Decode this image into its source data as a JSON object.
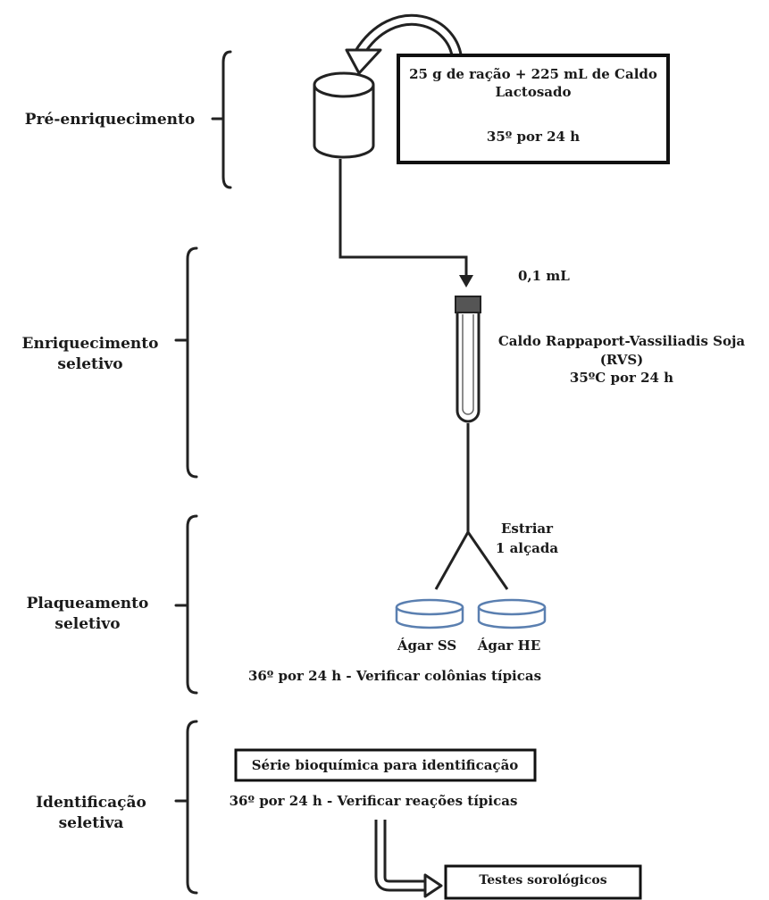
{
  "stages": {
    "pre": "Pré-enriquecimento",
    "enrich_line1": "Enriquecimento",
    "enrich_line2": "seletivo",
    "plate_line1": "Plaqueamento",
    "plate_line2": "seletivo",
    "ident_line1": "Identificação",
    "ident_line2": "seletiva"
  },
  "pre_box": {
    "line1": "25 g de ração + 225 mL de Caldo",
    "line2": "Lactosado",
    "line3": "35º por 24 h"
  },
  "transfer_volume": "0,1 mL",
  "rvs": {
    "line1": "Caldo Rappaport-Vassiliadis Soja",
    "line2": "(RVS)",
    "line3": "35ºC por 24 h"
  },
  "streak": {
    "line1": "Estriar",
    "line2": "1 alçada"
  },
  "agar_ss": "Ágar SS",
  "agar_he": "Ágar HE",
  "plating_note": "36º por 24 h - Verificar colônias típicas",
  "biochem_box": "Série bioquímica para identificação",
  "biochem_note": "36º por 24 h - Verificar reações típicas",
  "serology_box": "Testes sorológicos"
}
